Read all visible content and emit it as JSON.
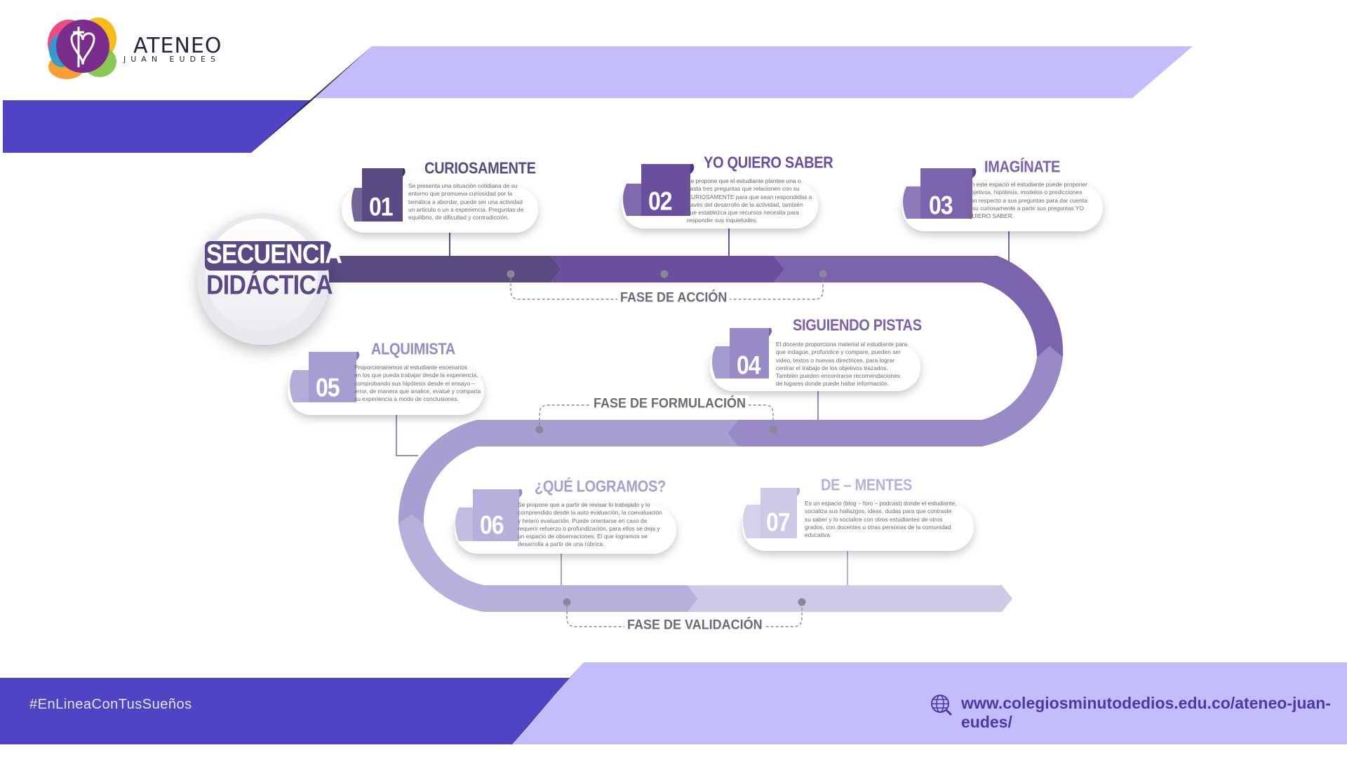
{
  "logo": {
    "name": "ATENEO",
    "subname": "JUAN EUDES"
  },
  "title": {
    "line1": "SECUENCIA",
    "line2": "DIDÁCTICA"
  },
  "phases": [
    "FASE DE ACCIÓN",
    "FASE DE FORMULACIÓN",
    "FASE DE VALIDACIÓN"
  ],
  "steps": [
    {
      "num": "01",
      "title": "CURIOSAMENTE",
      "desc": "Se presenta una situación cotidiana de su\nentorno que promueva curiosidad por la\ntemática a abordar, puede ser una actividad\nun artículo o un a experiencia. Preguntas de\nequilibrio, de dificultad y contradicción."
    },
    {
      "num": "02",
      "title": "YO QUIERO SABER",
      "desc": "Se propone que el estudiante plantee una o\nhasta tres preguntas que relacionen con su\nCURIOSAMENTE para que sean respondidas a\ntravés del desarrollo de la actividad, también\nque establezca que recursos necesita para\nresponder sus inquietudes."
    },
    {
      "num": "03",
      "title": "IMAGÍNATE",
      "desc": "En este espacio el estudiante puede proponer\nobjetivos, hipótesis, modelos o predicciones\ncon respecto a sus preguntas para dar cuenta\na su curiosamente a partir sus preguntas YO\nQUIERO SABER."
    },
    {
      "num": "04",
      "title": "SIGUIENDO PISTAS",
      "desc": "El docente proporciona material al estudiante para\nque indague, profundice y compare, pueden ser\nvideo, textos o nuevas directrices, para lograr\ncentrar el trabajo de los objetivos trazados.\nTambién pueden encontrarse recomendaciones\nde lugares donde puede hallar información."
    },
    {
      "num": "05",
      "title": "ALQUIMISTA",
      "desc": "Proporcionaremos al estudiante escenarios\nen los que pueda trabajar desde la experiencia,\ncomprobando sus hipótesis desde el ensayo –\nerror, de manera que analice, evalué y comparta\nsu experiencia a modo de conclusiones."
    },
    {
      "num": "06",
      "title": "¿QUÉ LOGRAMOS?",
      "desc": "Se propone que a partir de revisar lo trabajado y lo\ncomprendido desde la auto evaluación, la coevaluación\ny hetero evaluación. Puede orientarse en caso de\nrequerir refuerzo o profundización, para ellos se deja y\nun espacio de observaciones. El que logramos se\ndesarrolla a partir de una rúbrica."
    },
    {
      "num": "07",
      "title": "DE – MENTES",
      "desc": "Es un espacio (blog – foro – podcast) donde el estudiante,\nsocializa sus hallazgos, ideas, dudas para que contraste\nsu saber y lo socialice con otros estudiantes de otros\ngrados, con docentes u otras personas de la comunidad\neducativa."
    }
  ],
  "footer": {
    "hashtag": "#EnLineaConTusSueños",
    "website": "www.colegiosminutodedios.edu.co/ateneo-juan-eudes/"
  },
  "colors": {
    "banner_dark": "#5044c4",
    "banner_light": "#c3bdfb",
    "road_1": "#5a4a84",
    "road_2": "#6a4f9e",
    "road_3": "#7b63ad",
    "road_4": "#978ac7",
    "road_5": "#a79ed1",
    "road_6": "#b7b0dc",
    "road_7": "#cdc9e7",
    "label_gray": "#6d6a78"
  }
}
